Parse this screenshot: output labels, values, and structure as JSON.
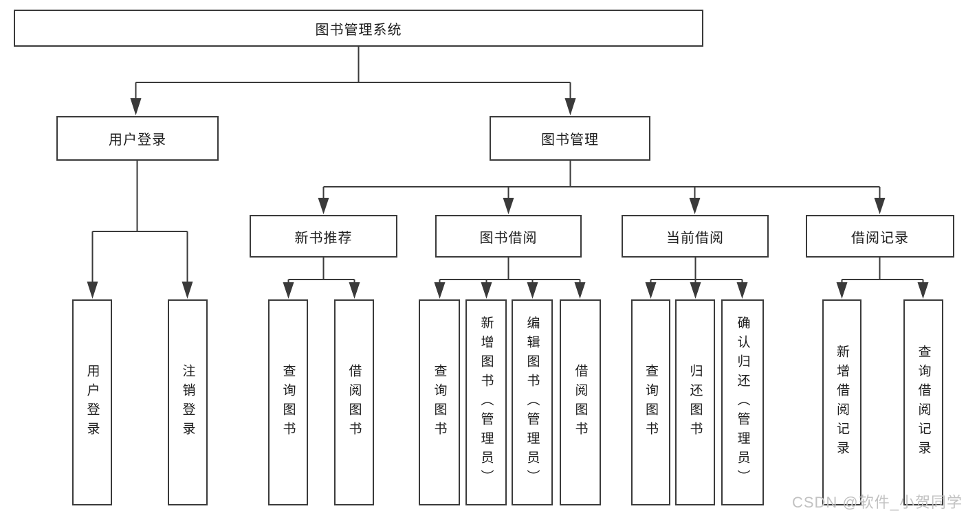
{
  "tree": {
    "root": {
      "label": "图书管理系统",
      "children": [
        {
          "label": "用户登录",
          "children": [
            {
              "label": "用户登录"
            },
            {
              "label": "注销登录"
            }
          ]
        },
        {
          "label": "图书管理",
          "children": [
            {
              "label": "新书推荐",
              "children": [
                {
                  "label": "查询图书"
                },
                {
                  "label": "借阅图书"
                }
              ]
            },
            {
              "label": "图书借阅",
              "children": [
                {
                  "label": "查询图书"
                },
                {
                  "label": "新增图书（管理员）"
                },
                {
                  "label": "编辑图书（管理员）"
                },
                {
                  "label": "借阅图书"
                }
              ]
            },
            {
              "label": "当前借阅",
              "children": [
                {
                  "label": "查询图书"
                },
                {
                  "label": "归还图书"
                },
                {
                  "label": "确认归还（管理员）"
                }
              ]
            },
            {
              "label": "借阅记录",
              "children": [
                {
                  "label": "新增借阅记录"
                },
                {
                  "label": "查询借阅记录"
                }
              ]
            }
          ]
        }
      ]
    }
  },
  "watermark": {
    "text": "CSDN @软件_小贺同学"
  },
  "colors": {
    "line": "#3a3a3a",
    "text": "#1d1d1d",
    "watermark": "#c2c2c2",
    "background": "#ffffff"
  }
}
